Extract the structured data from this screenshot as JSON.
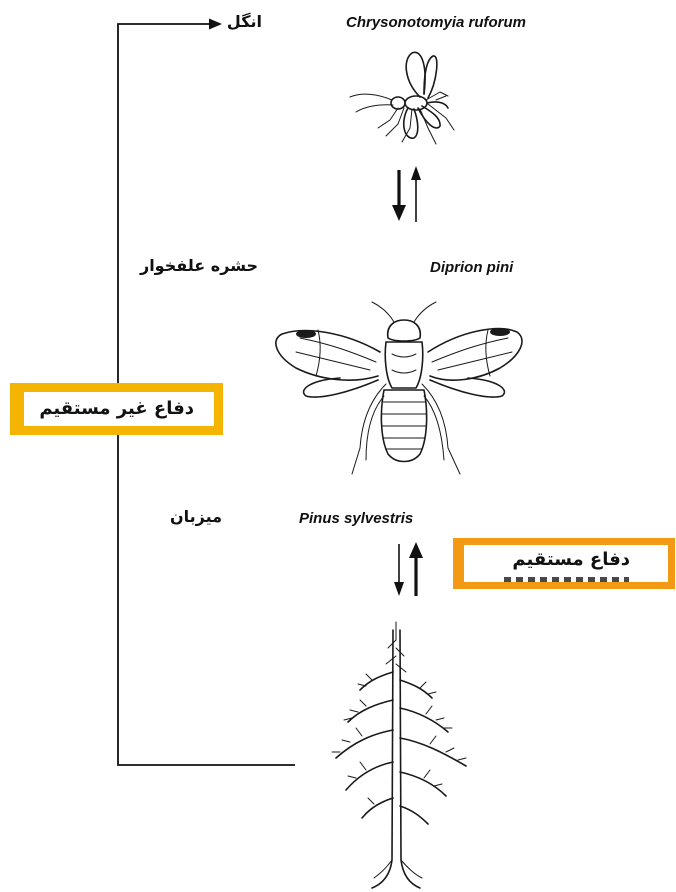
{
  "organisms": {
    "parasitoid": {
      "fa_label": "انگل",
      "sci_name": "Chrysonotomyia ruforum",
      "icon": "parasitoid-wasp-drawing"
    },
    "herbivore": {
      "fa_label": "حشره علفخوار",
      "sci_name": "Diprion pini",
      "icon": "sawfly-drawing"
    },
    "host": {
      "fa_label": "میزبان",
      "sci_name": "Pinus sylvestris",
      "icon": "pine-tree-drawing"
    }
  },
  "defenses": {
    "indirect": {
      "label": "دفاع غیر مستقیم",
      "border_color": "#f5b400"
    },
    "direct": {
      "label": "دفاع مستقیم",
      "border_color": "#f39a14"
    }
  }
}
